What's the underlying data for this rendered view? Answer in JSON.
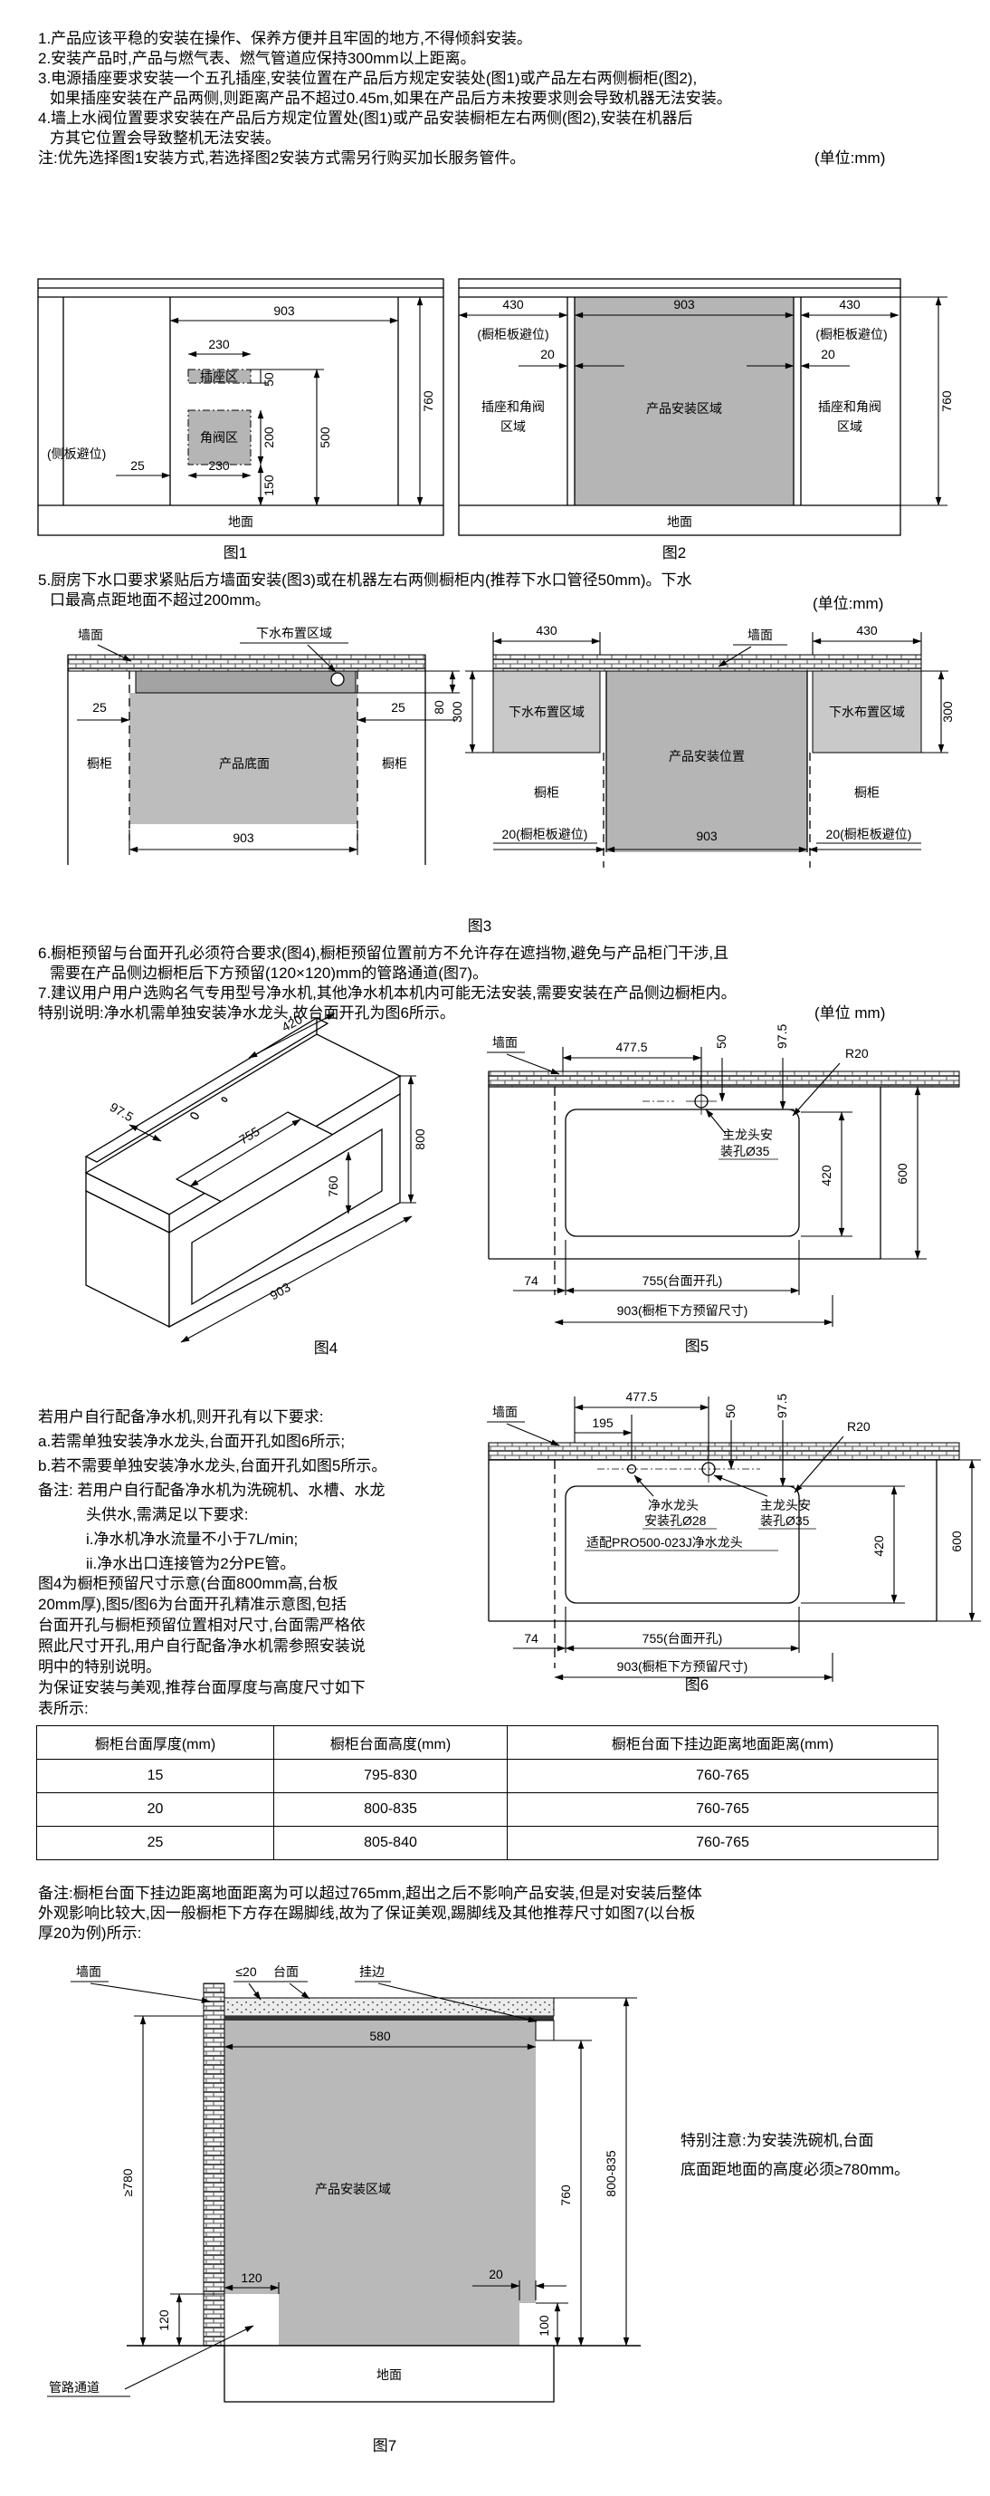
{
  "intro": {
    "l1": "1.产品应该平稳的安装在操作、保养方便并且牢固的地方,不得倾斜安装。",
    "l2": "2.安装产品时,产品与燃气表、燃气管道应保持300mm以上距离。",
    "l3": "3.电源插座要求安装一个五孔插座,安装位置在产品后方规定安装处(图1)或产品左右两侧橱柜(图2),",
    "l4": "如果插座安装在产品两侧,则距离产品不超过0.45m,如果在产品后方未按要求则会导致机器无法安装。",
    "l5": "4.墙上水阀位置要求安装在产品后方规定位置处(图1)或产品安装橱柜左右两侧(图2),安装在机器后",
    "l6": "方其它位置会导致整机无法安装。",
    "l7": "注:优先选择图1安装方式,若选择图2安装方式需另行购买加长服务管件。",
    "unit": "(单位:mm)"
  },
  "fig1": {
    "caption": "图1",
    "d903": "903",
    "d230t": "230",
    "socket": "插座区",
    "d50": "50",
    "valve": "角阀区",
    "d200": "200",
    "d230b": "230",
    "d150": "150",
    "d500": "500",
    "d760": "760",
    "avoid": "(侧板避位)",
    "d25": "25",
    "floor": "地面"
  },
  "fig2": {
    "caption": "图2",
    "d430l": "430",
    "avoidl": "(橱柜板避位)",
    "d20l": "20",
    "d903": "903",
    "area": "产品安装区域",
    "d430r": "430",
    "avoidr": "(橱柜板避位)",
    "d20r": "20",
    "zone1a": "插座和角阀",
    "zone1b": "区域",
    "zone2a": "插座和角阀",
    "zone2b": "区域",
    "d760": "760",
    "floor": "地面"
  },
  "item5": {
    "l1": "5.厨房下水口要求紧贴后方墙面安装(图3)或在机器左右两侧橱柜内(推荐下水口管径50mm)。下水",
    "l2": "口最高点距地面不超过200mm。",
    "unit": "(单位:mm)"
  },
  "fig3": {
    "caption": "图3",
    "wall_l": "墙面",
    "drain_label": "下水布置区域",
    "d25l": "25",
    "d25r": "25",
    "d80": "80",
    "product_bottom": "产品底面",
    "cab1": "橱柜",
    "cab2": "橱柜",
    "d903l": "903",
    "d430l": "430",
    "wall_r": "墙面",
    "d430r": "430",
    "drain_bl": "下水布置区域",
    "drain_br": "下水布置区域",
    "d300l": "300",
    "d300r": "300",
    "pos": "产品安装位置",
    "cab3": "橱柜",
    "cab4": "橱柜",
    "avoid_l": "20(橱柜板避位)",
    "d903r": "903",
    "avoid_r": "20(橱柜板避位)"
  },
  "item67": {
    "l1": "6.橱柜预留与台面开孔必须符合要求(图4),橱柜预留位置前方不允许存在遮挡物,避免与产品柜门干涉,且",
    "l2": "需要在产品侧边橱柜后下方预留(120×120)mm的管路通道(图7)。",
    "l3": "7.建议用户用户选购名气专用型号净水机,其他净水机本机内可能无法安装,需要安装在产品侧边橱柜内。",
    "l4": "特别说明:净水机需单独安装净水龙头,故台面开孔为图6所示。",
    "unit": "(单位 mm)"
  },
  "fig4": {
    "caption": "图4",
    "d420": "420",
    "d755": "755",
    "d975": "97.5",
    "d800": "800",
    "d760": "760",
    "d903": "903"
  },
  "fig5": {
    "caption": "图5",
    "wall": "墙面",
    "d4775": "477.5",
    "d50": "50",
    "d975": "97.5",
    "r20": "R20",
    "hole1": "主龙头安",
    "hole2": "装孔Ø35",
    "d420": "420",
    "d600": "600",
    "d74": "74",
    "d755": "755(台面开孔)",
    "d903": "903(橱柜下方预留尺寸)"
  },
  "mid": {
    "l1": "若用户自行配备净水机,则开孔有以下要求:",
    "l2": "a.若需单独安装净水龙头,台面开孔如图6所示;",
    "l3": "b.若不需要单独安装净水龙头,台面开孔如图5所示。",
    "l4": "备注: 若用户自行配备净水机为洗碗机、水槽、水龙",
    "l5": "头供水,需满足以下要求:",
    "l6": "i.净水机净水流量不小于7L/min;",
    "l7": "ii.净水出口连接管为2分PE管。"
  },
  "fig6": {
    "caption": "图6",
    "wall": "墙面",
    "d4775": "477.5",
    "d195": "195",
    "d50": "50",
    "d975": "97.5",
    "r20": "R20",
    "pure1": "净水龙头",
    "pure2": "安装孔Ø28",
    "main1": "主龙头安",
    "main2": "装孔Ø35",
    "adapter": "适配PRO500-023J净水龙头",
    "d420": "420",
    "d600": "600",
    "d74": "74",
    "d755": "755(台面开孔)",
    "d903": "903(橱柜下方预留尺寸)"
  },
  "para2": {
    "l1": "图4为橱柜预留尺寸示意(台面800mm高,台板",
    "l2": "20mm厚),图5/图6为台面开孔精准示意图,包括",
    "l3": "台面开孔与橱柜预留位置相对尺寸,台面需严格依",
    "l4": "照此尺寸开孔,用户自行配备净水机需参照安装说",
    "l5": "明中的特别说明。",
    "l6": "为保证安装与美观,推荐台面厚度与高度尺寸如下",
    "l7": "表所示:"
  },
  "table": {
    "headers": [
      "橱柜台面厚度(mm)",
      "橱柜台面高度(mm)",
      "橱柜台面下挂边距离地面距离(mm)"
    ],
    "rows": [
      [
        "15",
        "795-830",
        "760-765"
      ],
      [
        "20",
        "800-835",
        "760-765"
      ],
      [
        "25",
        "805-840",
        "760-765"
      ]
    ]
  },
  "remark": {
    "l1": "备注:橱柜台面下挂边距离地面距离为可以超过765mm,超出之后不影响产品安装,但是对安装后整体",
    "l2": "外观影响比较大,因一般橱柜下方存在踢脚线,故为了保证美观,踢脚线及其他推荐尺寸如图7(以台板",
    "l3": "厚20为例)所示:"
  },
  "fig7": {
    "caption": "图7",
    "wall": "墙面",
    "top_thick": "≤20",
    "countertop": "台面",
    "hang": "挂边",
    "d580": "580",
    "area": "产品安装区域",
    "d780": "≥780",
    "d760": "760",
    "d800835": "800-835",
    "d120h": "120",
    "d120v": "120",
    "d20": "20",
    "d100": "100",
    "pipe": "管路通道",
    "floor": "地面"
  },
  "note": {
    "l1": "特别注意:为安装洗碗机,台面",
    "l2": "底面距地面的高度必须≥780mm。"
  }
}
